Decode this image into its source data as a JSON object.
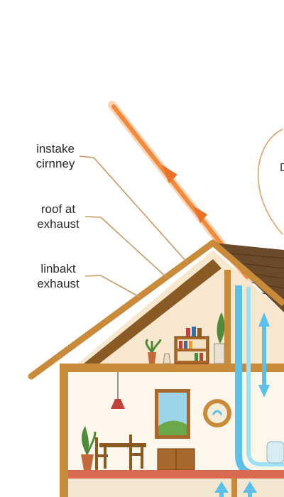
{
  "labels": [
    {
      "line1": "instake",
      "line2": "cirnney"
    },
    {
      "line1": "roof at",
      "line2": "exhaust"
    },
    {
      "line1": "linbakt",
      "line2": "exhaust"
    }
  ],
  "edge_text": "D",
  "colors": {
    "wood": "#c98a3a",
    "wood_dark": "#8a5a24",
    "wall": "#fdf6ea",
    "attic_wall": "#f7e7cf",
    "roof_shingle": "#6b4a2a",
    "sun_ray": "#f08a3c",
    "airflow": "#5cc0e8",
    "leader_line": "#c79a62",
    "floor": "#d9694f"
  },
  "icons": [
    "sun-ray-arrow",
    "airflow-duct",
    "airflow-arrow",
    "chimney",
    "picture-frame",
    "wall-clock",
    "pendant-lamp",
    "potted-plant",
    "bookshelf",
    "dining-table",
    "sideboard"
  ]
}
